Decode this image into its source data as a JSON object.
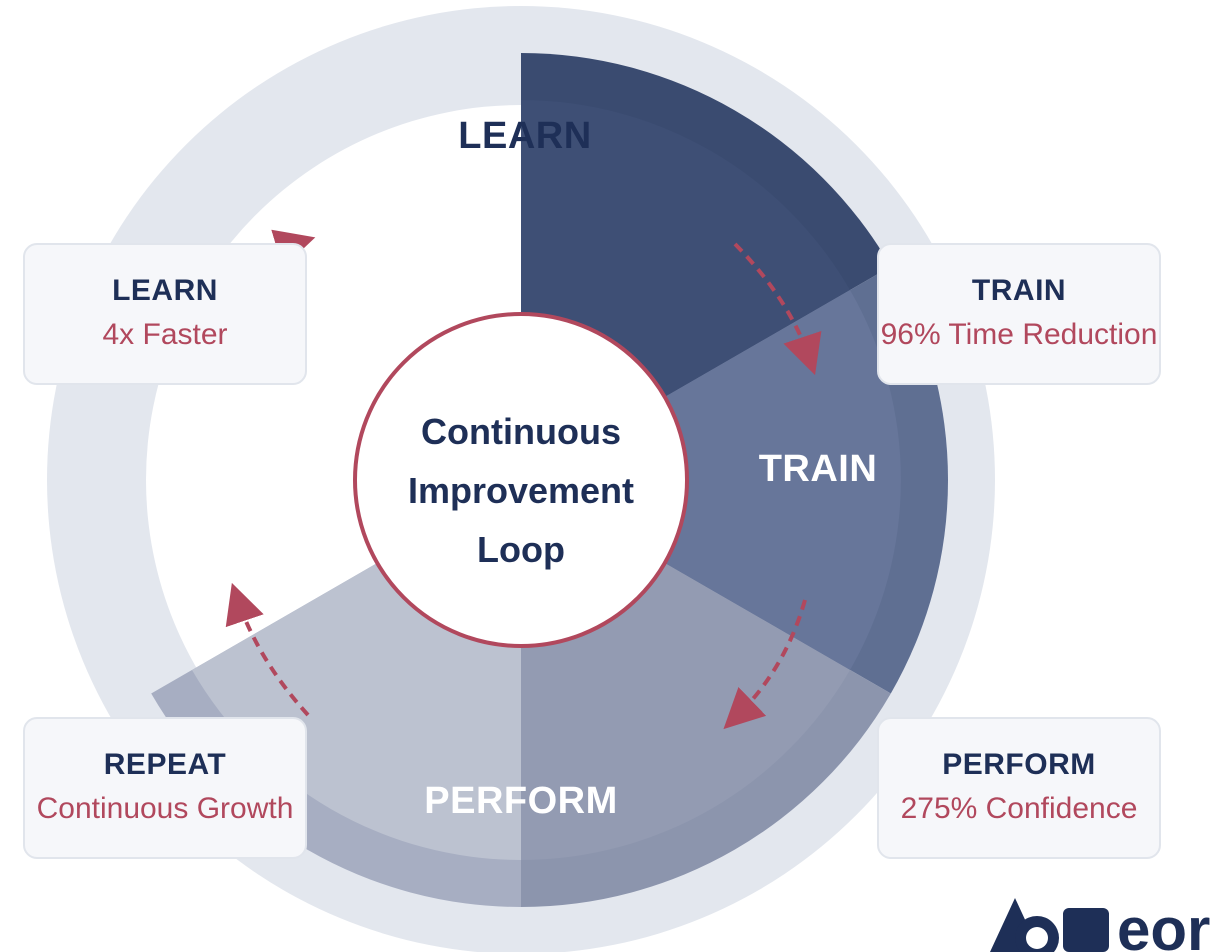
{
  "diagram": {
    "segments": [
      {
        "label": "LEARN",
        "color": "#ffffff",
        "label_color": "#1e2f57"
      },
      {
        "label": "TRAIN",
        "color": "#5f6f92",
        "label_color": "#ffffff"
      },
      {
        "label": "PERFORM",
        "color": "#a5acc0",
        "label_color": "#ffffff"
      }
    ],
    "center": {
      "lines": [
        "Continuous",
        "Improvement",
        "Loop"
      ]
    },
    "accent_color": "#b1485d",
    "ring_color": "#e3e7ee"
  },
  "cards": [
    {
      "title": "LEARN",
      "subtitle": "4x Faster"
    },
    {
      "title": "TRAIN",
      "subtitle": "96% Time Reduction"
    },
    {
      "title": "REPEAT",
      "subtitle": "Continuous Growth"
    },
    {
      "title": "PERFORM",
      "subtitle": "275% Confidence"
    }
  ],
  "logo": {
    "text": "eor"
  }
}
